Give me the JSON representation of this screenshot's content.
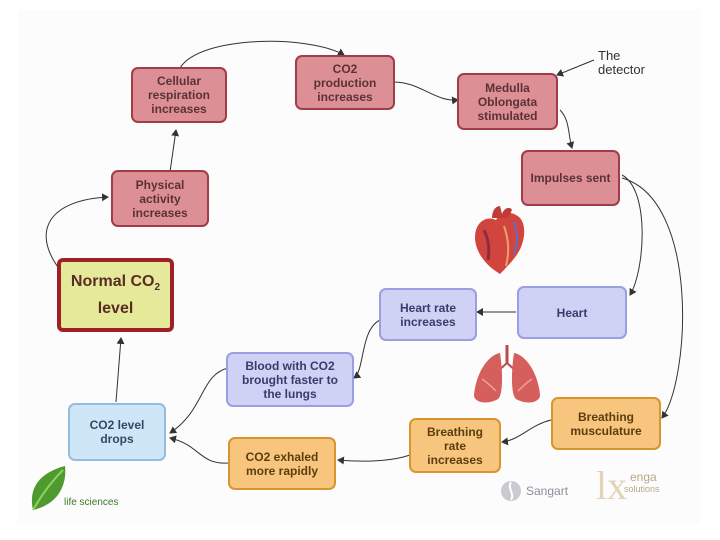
{
  "nodes": {
    "cellular_respiration": "Cellular respiration increases",
    "co2_production": "CO2 production increases",
    "medulla": "Medulla Oblongata stimulated",
    "impulses": "Impulses sent",
    "physical_activity": "Physical activity increases",
    "normal_co2": "Normal CO",
    "normal_co2_sub": "2",
    "normal_co2_level": "level",
    "heart": "Heart",
    "heart_rate": "Heart rate increases",
    "blood": "Blood with CO2 brought faster to the lungs",
    "co2_drops": "CO2 level drops",
    "breathing_musculature": "Breathing musculature",
    "breathing_rate": "Breathing rate increases",
    "co2_exhaled": "CO2 exhaled more rapidly"
  },
  "annotations": {
    "detector": "The detector"
  },
  "logos": {
    "life_sciences": "life sciences",
    "sangart": "Sangart",
    "lenga_top": "enga",
    "lenga_bottom": "solutions"
  },
  "colors": {
    "red_fill": "#dd8f96",
    "blue_fill": "#cfd1f5",
    "orange_fill": "#f7c57d",
    "cyan_fill": "#cfe6f7",
    "normal_fill": "#e5ea9a",
    "normal_border": "#a0202a"
  },
  "icons": [
    "heart-illustration",
    "lungs-illustration",
    "leaf-logo"
  ]
}
